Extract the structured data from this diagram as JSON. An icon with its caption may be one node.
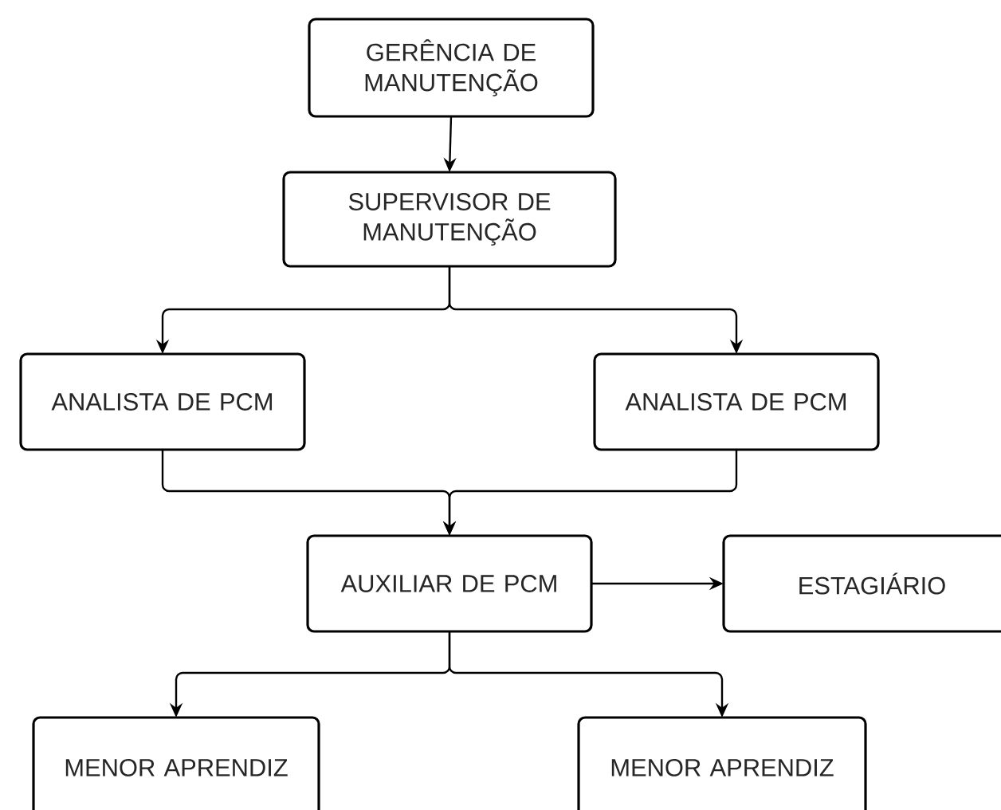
{
  "diagram": {
    "nodes": [
      {
        "text": [
          "GERÊNCIA DE MANUTENÇÃO"
        ]
      },
      {
        "text": [
          "SUPERVISOR DE MANUTENÇÃO"
        ]
      },
      {
        "text": [
          "ANALISTA DE PCM"
        ]
      },
      {
        "text": [
          "ANALISTA DE PCM"
        ]
      },
      {
        "text": [
          "AUXILIAR DE PCM"
        ]
      },
      {
        "text": [
          "ESTAGIÁRIO"
        ]
      },
      {
        "text": [
          "MENOR APRENDIZ"
        ]
      },
      {
        "text": [
          "MENOR APRENDIZ"
        ]
      }
    ],
    "edges": [
      {
        "from": 0,
        "to": 1,
        "arrow": "to"
      },
      {
        "from": 1,
        "to": 2,
        "arrow": "to"
      },
      {
        "from": 1,
        "to": 3,
        "arrow": "to"
      },
      {
        "from": 2,
        "to": 4,
        "arrow": "to"
      },
      {
        "from": 3,
        "to": 4,
        "arrow": "to"
      },
      {
        "from": 4,
        "to": 5,
        "arrow": "to"
      },
      {
        "from": 4,
        "to": 6,
        "arrow": "to"
      },
      {
        "from": 4,
        "to": 7,
        "arrow": "to"
      }
    ]
  }
}
